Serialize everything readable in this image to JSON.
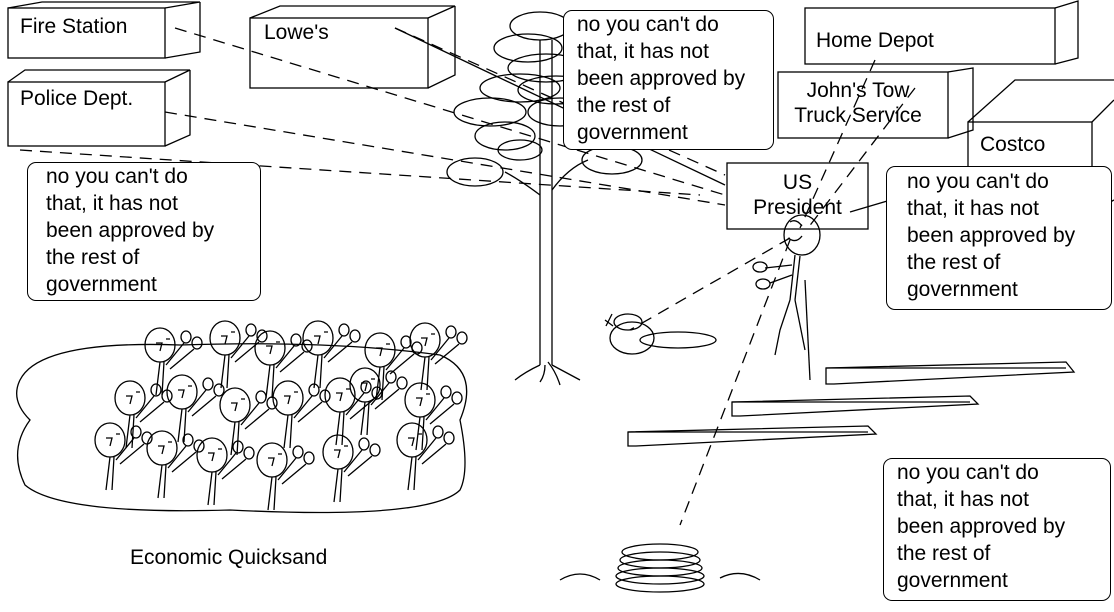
{
  "buildings": {
    "fire_station": "Fire Station",
    "police_dept": "Police Dept.",
    "lowes": "Lowe's",
    "home_depot": "Home Depot",
    "johns_tow": "John's Tow\nTruck Service",
    "costco": "Costco"
  },
  "president": {
    "label": "US\nPresident"
  },
  "speech": {
    "left": "no you can't do\nthat, it has not\nbeen approved by\nthe rest of\ngovernment",
    "top": "no you can't do\nthat, it has not\nbeen approved by\nthe rest of\ngovernment",
    "right": "no you can't do\nthat, it has not\nbeen approved by\nthe rest of\ngovernment",
    "bottom": "no you can't do\nthat, it has not\nbeen approved by\nthe rest of\ngovernment"
  },
  "quicksand": {
    "caption": "Economic Quicksand"
  }
}
